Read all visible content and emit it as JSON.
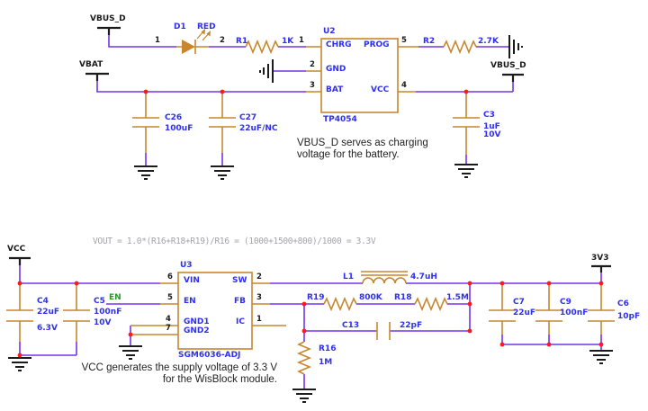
{
  "colors": {
    "wire": "#7334e6",
    "component": "#c8862d",
    "designator_text": "#2f2ff2",
    "net_text": "#1b1b1b",
    "enable_net_text": "#289a28",
    "junction_dot": "#ff1a1a",
    "formula_text": "#a3a3a8",
    "note_text": "#1f1f1f"
  },
  "charger": {
    "ports": {
      "vbus_d_left": "VBUS_D",
      "vbat": "VBAT",
      "vbus_d_right": "VBUS_D"
    },
    "d1": {
      "ref": "D1",
      "value": "RED",
      "pin_anode": "1",
      "pin_cathode": "2"
    },
    "r1": {
      "ref": "R1",
      "value": "1K"
    },
    "r2": {
      "ref": "R2",
      "value": "2.7K"
    },
    "u2": {
      "ref": "U2",
      "part": "TP4054",
      "pin_chrg_num": "1",
      "pin_chrg": "CHRG",
      "pin_gnd_num": "2",
      "pin_gnd": "GND",
      "pin_bat_num": "3",
      "pin_bat": "BAT",
      "pin_prog_num": "5",
      "pin_prog": "PROG",
      "pin_vcc_num": "4",
      "pin_vcc": "VCC"
    },
    "c26": {
      "ref": "C26",
      "value": "100uF"
    },
    "c27": {
      "ref": "C27",
      "value": "22uF/NC"
    },
    "c3": {
      "ref": "C3",
      "value": "1uF",
      "rating": "10V"
    },
    "note1": "VBUS_D serves as charging",
    "note2": "voltage for the battery."
  },
  "regulator": {
    "formula": "VOUT = 1.0*(R16+R18+R19)/R16 = (1000+1500+800)/1000 = 3.3V",
    "ports": {
      "vcc": "VCC",
      "out": "3V3"
    },
    "net_en": "EN",
    "u3": {
      "ref": "U3",
      "part": "SGM6036-ADJ",
      "pin_vin_num": "6",
      "pin_vin": "VIN",
      "pin_en_num": "5",
      "pin_en": "EN",
      "pin_gnd1_num": "4",
      "pin_gnd1": "GND1",
      "pin_gnd2_num": "7",
      "pin_gnd2": "GND2",
      "pin_sw_num": "2",
      "pin_sw": "SW",
      "pin_fb_num": "3",
      "pin_fb": "FB",
      "pin_ic_num": "1",
      "pin_ic": "IC"
    },
    "c4": {
      "ref": "C4",
      "value": "22uF",
      "rating": "6.3V"
    },
    "c5": {
      "ref": "C5",
      "value": "100nF",
      "rating": "10V"
    },
    "l1": {
      "ref": "L1",
      "value": "4.7uH"
    },
    "r19": {
      "ref": "R19",
      "value": "800K"
    },
    "r18": {
      "ref": "R18",
      "value": "1.5M"
    },
    "r16": {
      "ref": "R16",
      "value": "1M"
    },
    "c13": {
      "ref": "C13",
      "value": "22pF"
    },
    "c7": {
      "ref": "C7",
      "value": "22uF"
    },
    "c9": {
      "ref": "C9",
      "value": "100nF"
    },
    "c6": {
      "ref": "C6",
      "value": "10pF"
    },
    "note1": "VCC generates the supply voltage of 3.3 V",
    "note2": "for the WisBlock module."
  }
}
